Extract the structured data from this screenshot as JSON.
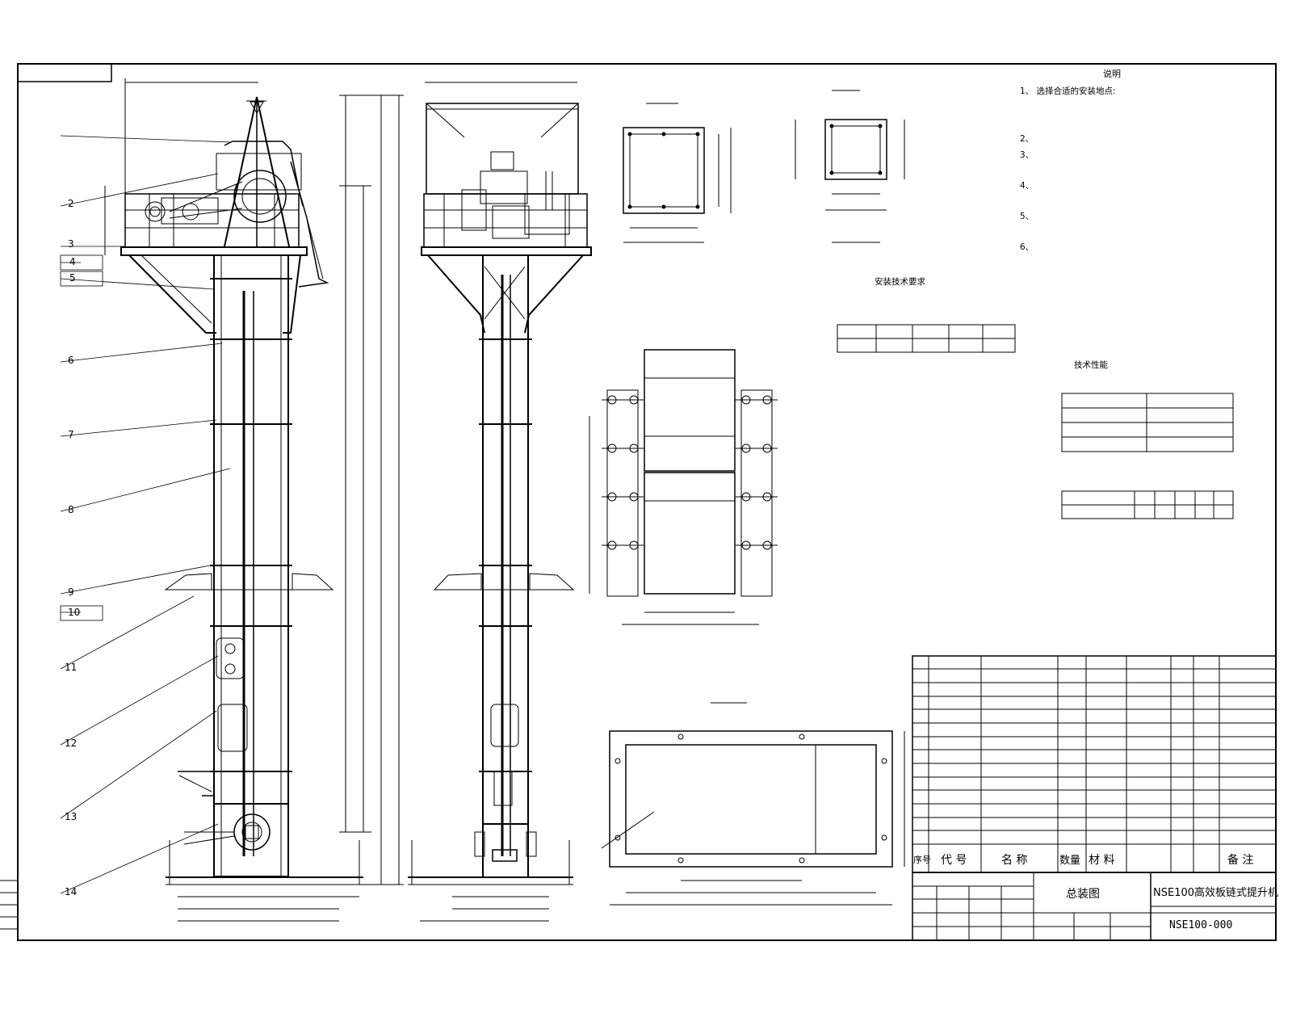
{
  "notes": {
    "title": "说明",
    "items": [
      "1、 选择合适的安装地点:",
      "2、",
      "3、",
      "4、",
      "5、",
      "6、"
    ]
  },
  "install_req": {
    "title": "安装技术要求"
  },
  "tech_spec": {
    "title": "技术性能"
  },
  "parts_header": {
    "seq": "序号",
    "code": "代 号",
    "name": "名 称",
    "qty": "数量",
    "material": "材 料",
    "remark": "备 注"
  },
  "title_block": {
    "drawing_name": "总装图",
    "product_name": "NSE100高效板链式提升机",
    "drawing_no": "NSE100-000"
  },
  "callouts": [
    "2",
    "3",
    "4",
    "5",
    "6",
    "7",
    "8",
    "9",
    "10",
    "11",
    "12",
    "13",
    "14"
  ]
}
